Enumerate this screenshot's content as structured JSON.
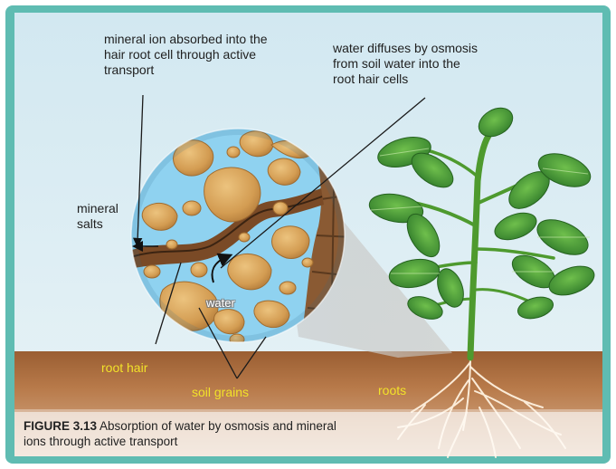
{
  "labels": {
    "mineral_ion": [
      "mineral ion absorbed into the",
      "hair root cell through active",
      "transport"
    ],
    "water_diffuses": [
      "water diffuses by osmosis",
      "from soil water into the",
      "root hair cells"
    ],
    "mineral_salts": [
      "mineral",
      "salts"
    ],
    "water": "water",
    "root_hair": "root hair",
    "soil_grains": "soil grains",
    "roots": "roots"
  },
  "caption": {
    "figure_number": "FIGURE 3.13",
    "line1": "Absorption of water by osmosis and mineral",
    "line2": "ions through active transport"
  },
  "colors": {
    "frame": "#5fbcb2",
    "sky": "#d7eaf2",
    "soil": "#a86a3c",
    "soil_water": "#8fd2f0",
    "grain": "#d7a458",
    "root": "#7a4a26",
    "leaf": "#3d8a33",
    "label_yellow": "#f2e22a"
  }
}
